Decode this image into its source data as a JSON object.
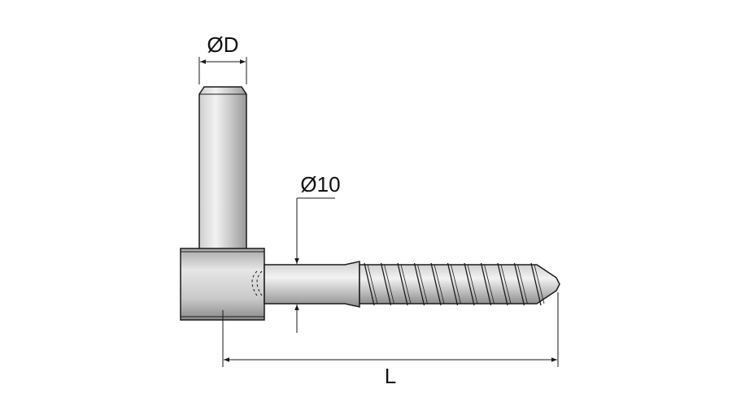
{
  "drawing": {
    "labels": {
      "pin_diameter": "ØD",
      "shank_diameter": "Ø10",
      "length": "L"
    },
    "colors": {
      "line": "#1a1a1a",
      "background": "#ffffff"
    }
  }
}
